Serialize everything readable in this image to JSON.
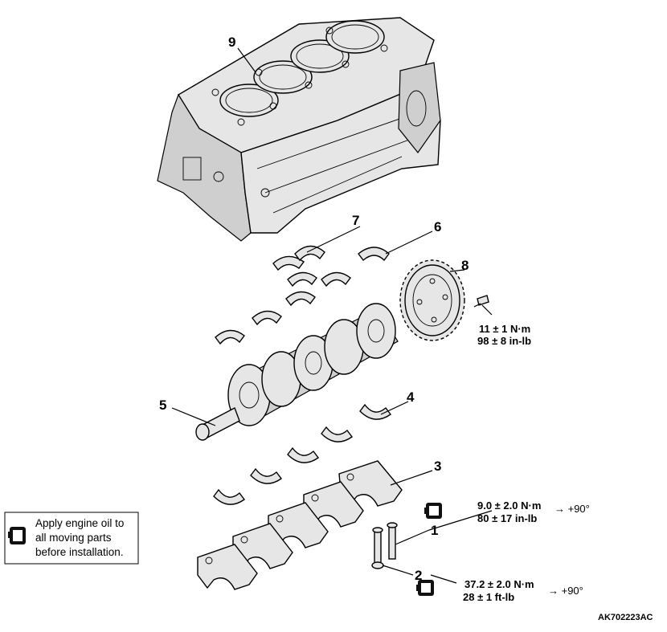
{
  "figure_code": "AK702223AC",
  "callouts": [
    "1",
    "2",
    "3",
    "4",
    "5",
    "6",
    "7",
    "8",
    "9"
  ],
  "torque_specs": {
    "flywheel_bolt": {
      "line1": "11 ± 1 N·m",
      "line2": "98 ± 8 in-lb"
    },
    "bearing_cap_bolt_1": {
      "line1": "9.0 ± 2.0 N·m",
      "line2": "80 ± 17 in-lb",
      "angle": "→ +90°"
    },
    "bearing_cap_bolt_2": {
      "line1": "37.2 ± 2.0 N·m",
      "line2": "28 ± 1 ft-lb",
      "angle": "→ +90°"
    }
  },
  "legend": {
    "icon": "oil-can-icon",
    "text_lines": [
      "Apply engine oil to",
      "all moving parts",
      "before installation."
    ]
  }
}
